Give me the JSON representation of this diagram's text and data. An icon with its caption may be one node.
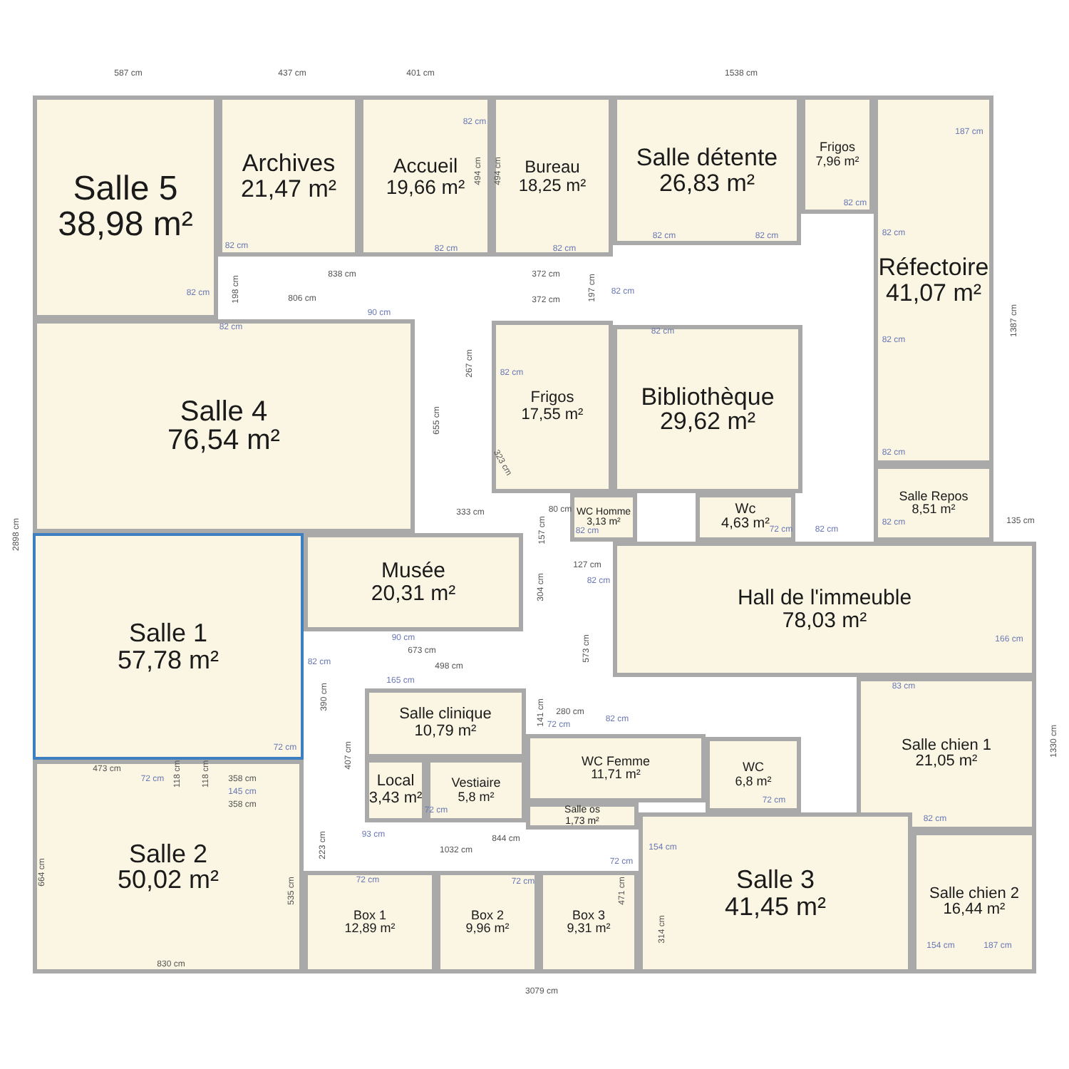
{
  "diagram": {
    "nodes": [
      {
        "text": [
          "Salle 5",
          "38,98 m²"
        ]
      },
      {
        "text": [
          "Archives",
          "21,47 m²"
        ]
      },
      {
        "text": [
          "Accueil",
          "19,66 m²"
        ]
      },
      {
        "text": [
          "Bureau",
          "18,25 m²"
        ]
      },
      {
        "text": [
          "Salle détente",
          "26,83 m²"
        ]
      },
      {
        "text": [
          "Frigos",
          "7,96 m²"
        ]
      },
      {
        "text": [
          "Réfectoire",
          "41,07 m²"
        ]
      },
      {
        "text": [
          "Salle 4",
          "76,54 m²"
        ]
      },
      {
        "text": [
          "Frigos",
          "17,55 m²"
        ]
      },
      {
        "text": [
          "Bibliothèque",
          "29,62 m²"
        ]
      },
      {
        "text": [
          "Salle Repos",
          "8,51 m²"
        ]
      },
      {
        "text": [
          "WC Homme",
          "3,13 m²"
        ]
      },
      {
        "text": [
          "Wc",
          "4,63 m²"
        ]
      },
      {
        "text": [
          "Salle 1",
          "57,78 m²"
        ]
      },
      {
        "text": [
          "Musée",
          "20,31 m²"
        ]
      },
      {
        "text": [
          "Hall de l'immeuble",
          "78,03 m²"
        ]
      },
      {
        "text": [
          "Salle clinique",
          "10,79 m²"
        ]
      },
      {
        "text": [
          "Local",
          "3,43 m²"
        ]
      },
      {
        "text": [
          "Vestiaire",
          "5,8 m²"
        ]
      },
      {
        "text": [
          "WC Femme",
          "11,71 m²"
        ]
      },
      {
        "text": [
          "WC",
          "6,8 m²"
        ]
      },
      {
        "text": [
          "Salle chien 1",
          "21,05 m²"
        ]
      },
      {
        "text": [
          "Salle os",
          "1,73 m²"
        ]
      },
      {
        "text": [
          "Salle 2",
          "50,02 m²"
        ]
      },
      {
        "text": [
          "Box 1",
          "12,89 m²"
        ]
      },
      {
        "text": [
          "Box 2",
          "9,96 m²"
        ]
      },
      {
        "text": [
          "Box 3",
          "9,31 m²"
        ]
      },
      {
        "text": [
          "Salle 3",
          "41,45 m²"
        ]
      },
      {
        "text": [
          "Salle chien 2",
          "16,44 m²"
        ]
      }
    ],
    "labels": [
      "587 cm",
      "437 cm",
      "401 cm",
      "1538 cm",
      "82 cm",
      "187 cm",
      "494 cm",
      "494 cm",
      "82 cm",
      "82 cm",
      "82 cm",
      "82 cm",
      "82 cm",
      "82 cm",
      "82 cm",
      "838 cm",
      "372 cm",
      "198 cm",
      "82 cm",
      "197 cm",
      "82 cm",
      "806 cm",
      "372 cm",
      "90 cm",
      "82 cm",
      "82 cm",
      "82 cm",
      "1387 cm",
      "267 cm",
      "82 cm",
      "655 cm",
      "323 cm",
      "82 cm",
      "333 cm",
      "157 cm",
      "80 cm",
      "82 cm",
      "135 cm",
      "2898 cm",
      "82 cm",
      "72 cm",
      "82 cm",
      "127 cm",
      "304 cm",
      "82 cm",
      "573 cm",
      "166 cm",
      "82 cm",
      "90 cm",
      "673 cm",
      "498 cm",
      "165 cm",
      "390 cm",
      "83 cm",
      "141 cm",
      "280 cm",
      "82 cm",
      "407 cm",
      "72 cm",
      "72 cm",
      "473 cm",
      "72 cm",
      "118 cm",
      "118 cm",
      "358 cm",
      "145 cm",
      "358 cm",
      "72 cm",
      "72 cm",
      "82 cm",
      "93 cm",
      "844 cm",
      "223 cm",
      "154 cm",
      "1032 cm",
      "72 cm",
      "72 cm",
      "72 cm",
      "664 cm",
      "535 cm",
      "471 cm",
      "314 cm",
      "154 cm",
      "187 cm",
      "830 cm",
      "1330 cm",
      "3079 cm"
    ]
  }
}
